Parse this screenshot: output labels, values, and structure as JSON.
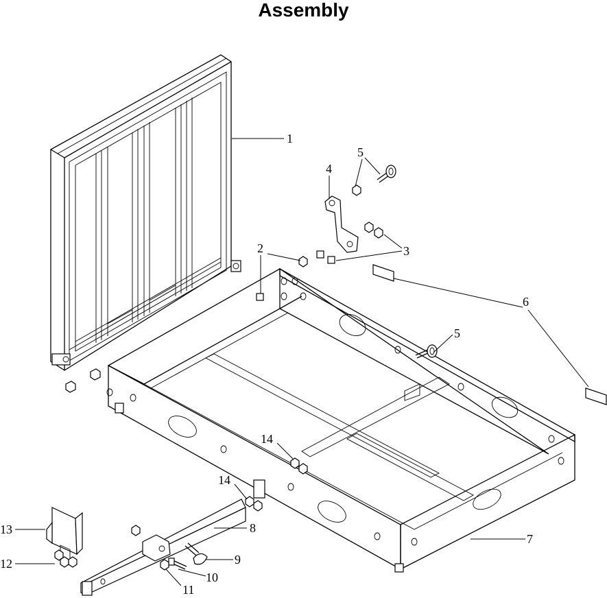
{
  "title": "Assembly",
  "callouts": [
    {
      "number": "1",
      "part": "side-frame-panel"
    },
    {
      "number": "2",
      "part": "bolt-and-nut"
    },
    {
      "number": "3",
      "part": "bolts-and-nuts"
    },
    {
      "number": "4",
      "part": "bracket-plate"
    },
    {
      "number": "5",
      "part": "pin-and-nut"
    },
    {
      "number": "5",
      "part": "pin"
    },
    {
      "number": "6",
      "part": "reflector-labels"
    },
    {
      "number": "7",
      "part": "cargo-base-frame"
    },
    {
      "number": "8",
      "part": "hitch-bar"
    },
    {
      "number": "9",
      "part": "hitch-pin"
    },
    {
      "number": "10",
      "part": "bolt"
    },
    {
      "number": "11",
      "part": "nut"
    },
    {
      "number": "12",
      "part": "plate-nuts"
    },
    {
      "number": "13",
      "part": "license-plate-bracket"
    },
    {
      "number": "14",
      "part": "nuts-upper"
    },
    {
      "number": "14",
      "part": "nuts-lower"
    }
  ]
}
